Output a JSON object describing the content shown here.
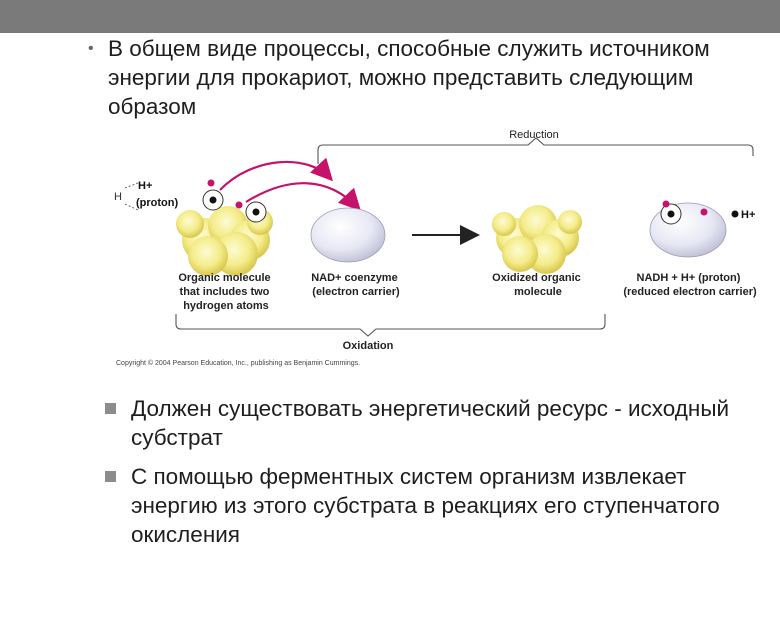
{
  "intro": "В общем виде процессы, способные служить источником энергии для прокариот, можно представить следующим образом",
  "diagram": {
    "reduction_label": "Reduction",
    "oxidation_label": "Oxidation",
    "h_label": "H",
    "h_plus_label": "H+",
    "proton_label": "(proton)",
    "nadh_h_label": "H+",
    "organic_caption": [
      "Organic molecule",
      "that includes two",
      "hydrogen atoms"
    ],
    "nad_caption": [
      "NAD+ coenzyme",
      "(electron carrier)"
    ],
    "oxidized_caption": [
      "Oxidized organic",
      "molecule"
    ],
    "nadh_caption": [
      "NADH + H+ (proton)",
      "(reduced electron carrier)"
    ],
    "copyright": "Copyright © 2004 Pearson Education, Inc., publishing as Benjamin Cummings."
  },
  "bullets": [
    "Должен существовать энергетический ресурс - исходный субстрат",
    "С помощью ферментных систем организм извлекает энергию из этого субстрата в реакциях его ступенчатого окисления"
  ]
}
